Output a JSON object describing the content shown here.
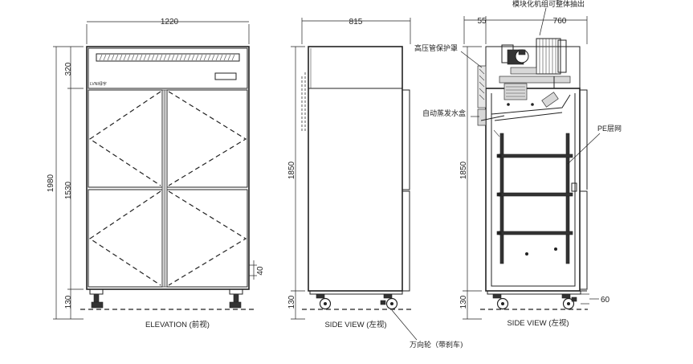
{
  "elevation": {
    "width_dim": "1220",
    "height_total": "1980",
    "height_top": "320",
    "height_doors": "1530",
    "height_base": "130",
    "height_door_gap": "40",
    "brand_logo": "LVNI绿宇",
    "caption": "ELEVATION (前视)"
  },
  "side_view": {
    "depth_dim": "815",
    "height_body": "1850",
    "height_base": "130",
    "caption": "SIDE VIEW (左视)"
  },
  "section_view": {
    "offset_dim": "55",
    "depth_dim": "760",
    "height_body": "1850",
    "height_base": "130",
    "caster_dim": "60",
    "caption": "SIDE VIEW (左视)"
  },
  "annotations": {
    "module_unit": "模块化机组可整体抽出",
    "hp_pipe_cover": "高压管保护罩",
    "evaporation_box": "自动蒸发水盒",
    "pe_shelf": "PE层网",
    "caster": "万向轮（带刹车)"
  }
}
